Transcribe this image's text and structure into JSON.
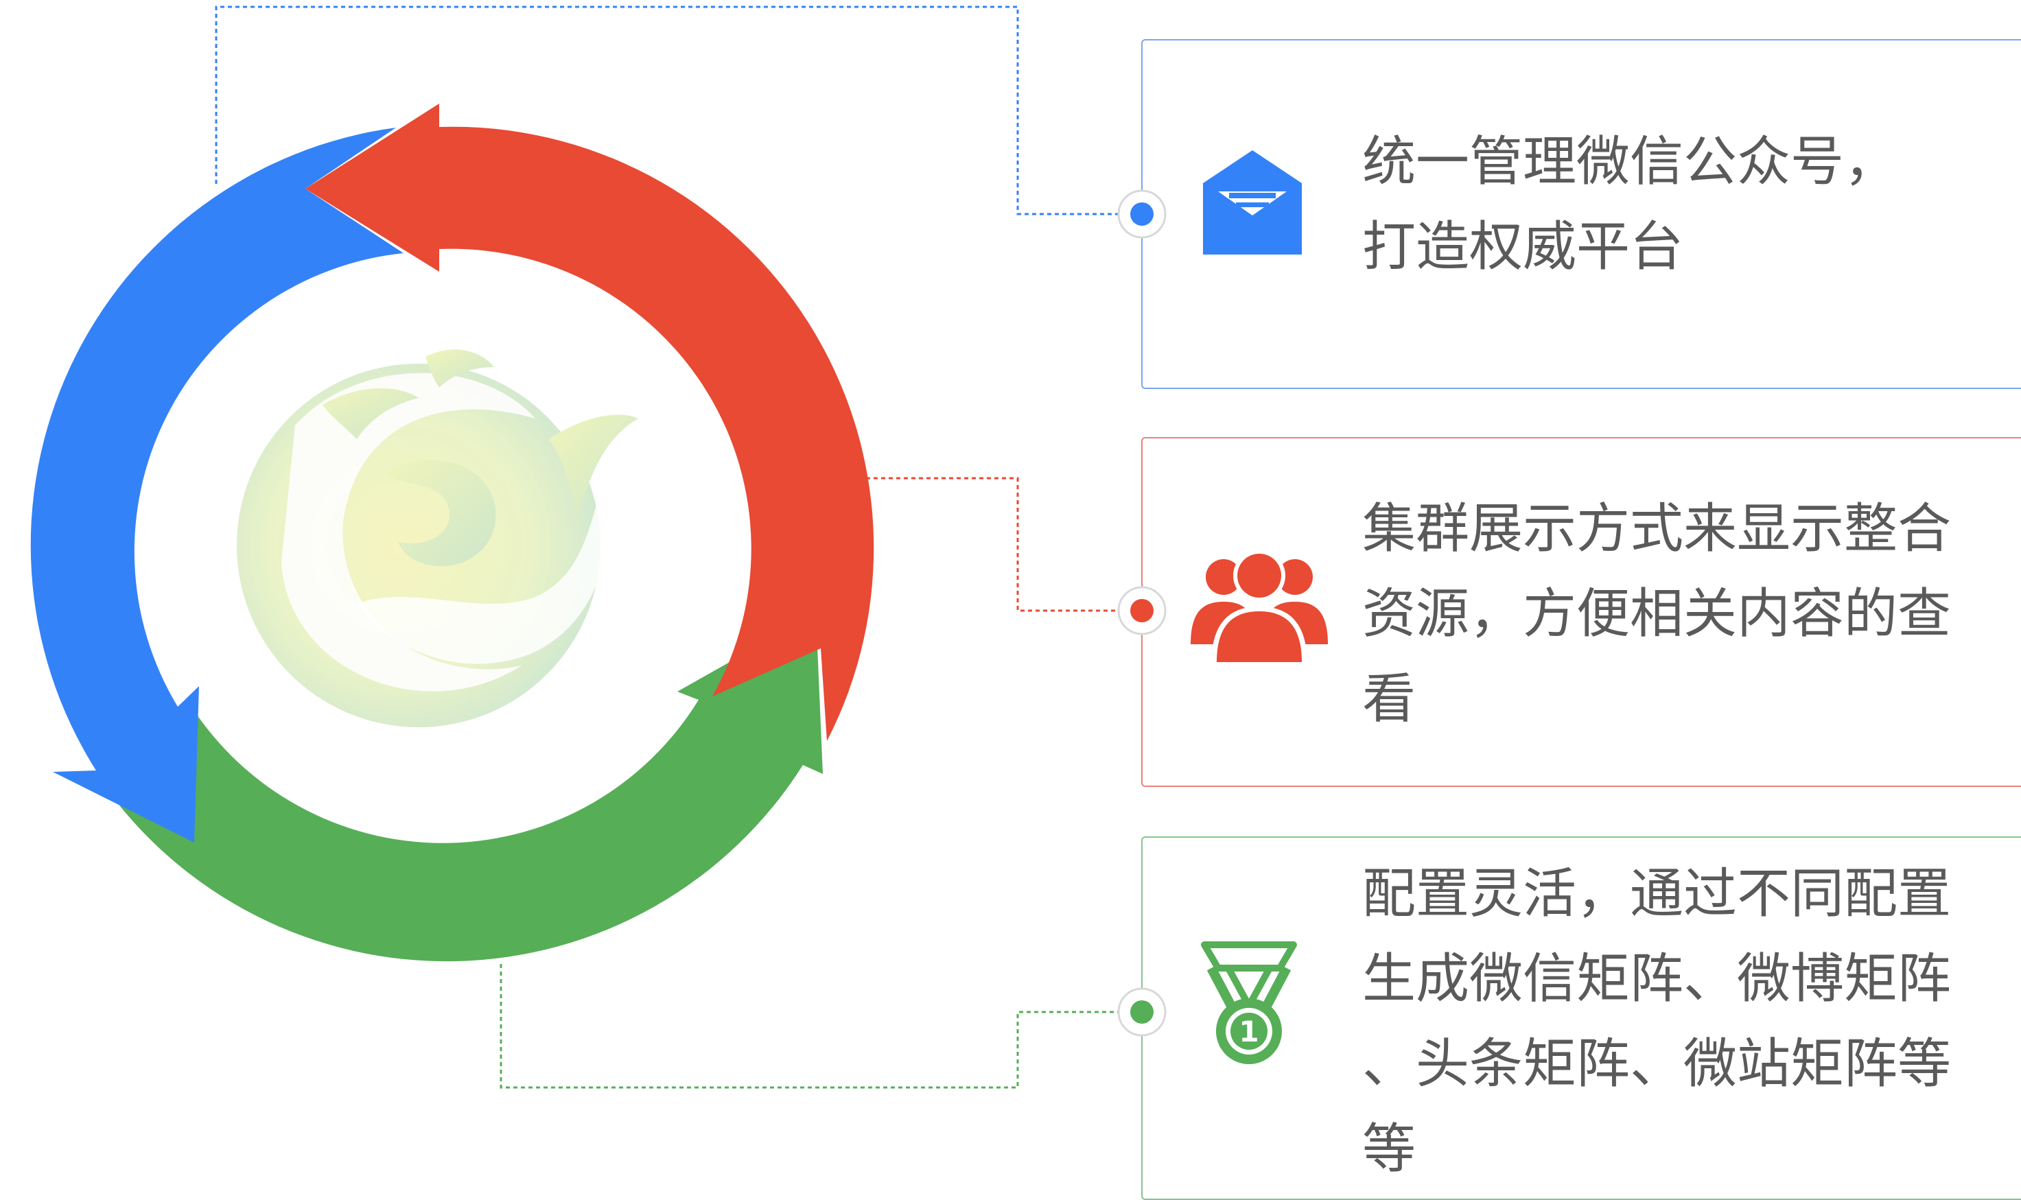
{
  "diagram": {
    "colors": {
      "blue": "#3482f7",
      "red": "#e84a33",
      "green": "#56ae57",
      "text": "#5a5a5a"
    },
    "items": [
      {
        "color": "blue",
        "icon": "envelope-icon",
        "text": "统一管理微信公众号，\n打造权威平台"
      },
      {
        "color": "red",
        "icon": "users-icon",
        "text": "集群展示方式来显示整合\n资源，方便相关内容的查\n看"
      },
      {
        "color": "green",
        "icon": "medal-icon",
        "text": "配置灵活，通过不同配置\n生成微信矩阵、微博矩阵\n、头条矩阵、微站矩阵等\n等"
      }
    ]
  }
}
